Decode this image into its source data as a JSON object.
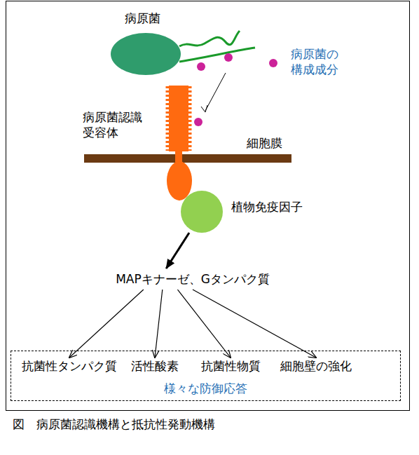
{
  "diagram": {
    "caption": "図　病原菌認識機構と抵抗性発動機構",
    "nodes": [
      {
        "text": [
          "病原菌"
        ]
      },
      {
        "text": [
          "病原菌認識 受容体"
        ]
      },
      {
        "text": [
          "植物免疫因子"
        ]
      },
      {
        "text": [
          "MAPキナーゼ、Gタンパク質"
        ]
      },
      {
        "text": [
          "様々な防御応答"
        ]
      },
      {
        "text": [
          "抗菌性タンパク質"
        ],
        "in": 4
      },
      {
        "text": [
          "活性酸素"
        ],
        "in": 4
      },
      {
        "text": [
          "抗菌性物質"
        ],
        "in": 4
      },
      {
        "text": [
          "細胞壁の強化"
        ],
        "in": 4
      }
    ],
    "edges": [
      {
        "from": 2,
        "to": 3,
        "arrow": "to"
      },
      {
        "from": 3,
        "to": 5,
        "arrow": "to"
      },
      {
        "from": 3,
        "to": 6,
        "arrow": "to"
      },
      {
        "from": 3,
        "to": 7,
        "arrow": "to"
      },
      {
        "from": 3,
        "to": 8,
        "arrow": "to"
      }
    ],
    "labels": [
      "病原菌の 構成成分",
      "細胞膜"
    ]
  }
}
